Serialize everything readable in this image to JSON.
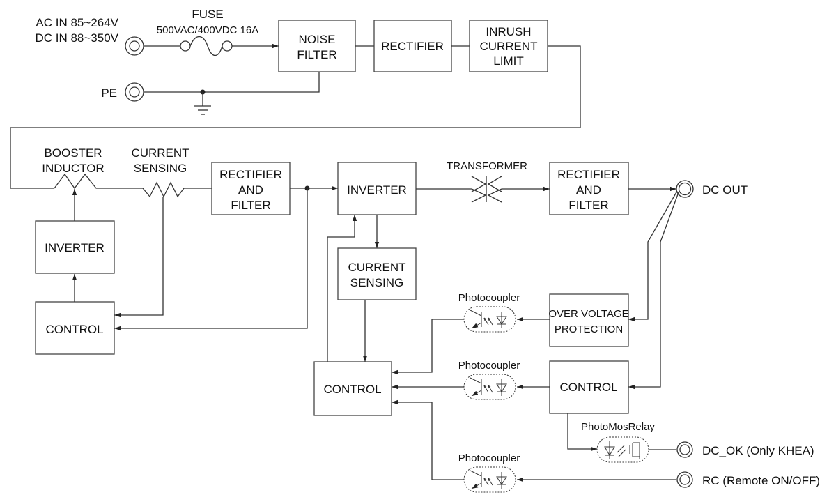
{
  "inputs": {
    "ac_in": "AC IN 85~264V",
    "dc_in": "DC IN 88~350V",
    "pe": "PE"
  },
  "fuse": {
    "label": "FUSE",
    "rating": "500VAC/400VDC 16A"
  },
  "blocks": {
    "noise_filter": [
      "NOISE",
      "FILTER"
    ],
    "rectifier": [
      "RECTIFIER"
    ],
    "inrush": [
      "INRUSH",
      "CURRENT",
      "LIMIT"
    ],
    "booster_inductor": [
      "BOOSTER",
      "INDUCTOR"
    ],
    "current_sensing_resistor": [
      "CURRENT",
      "SENSING"
    ],
    "inverter_left": [
      "INVERTER"
    ],
    "control_left": [
      "CONTROL"
    ],
    "rectifier_filter_1": [
      "RECTIFIER",
      "AND",
      "FILTER"
    ],
    "inverter_main": [
      "INVERTER"
    ],
    "current_sensing_block": [
      "CURRENT",
      "SENSING"
    ],
    "control_main": [
      "CONTROL"
    ],
    "transformer": "TRANSFORMER",
    "rectifier_filter_2": [
      "RECTIFIER",
      "AND",
      "FILTER"
    ],
    "ovp": [
      "OVER VOLTAGE",
      "PROTECTION"
    ],
    "control_secondary": [
      "CONTROL"
    ]
  },
  "isolators": {
    "photocoupler_1": "Photocoupler",
    "photocoupler_2": "Photocoupler",
    "photocoupler_3": "Photocoupler",
    "photomos": "PhotoMosRelay"
  },
  "outputs": {
    "dc_out": "DC OUT",
    "dc_ok": "DC_OK (Only KHEA)",
    "rc": "RC (Remote ON/OFF)"
  }
}
